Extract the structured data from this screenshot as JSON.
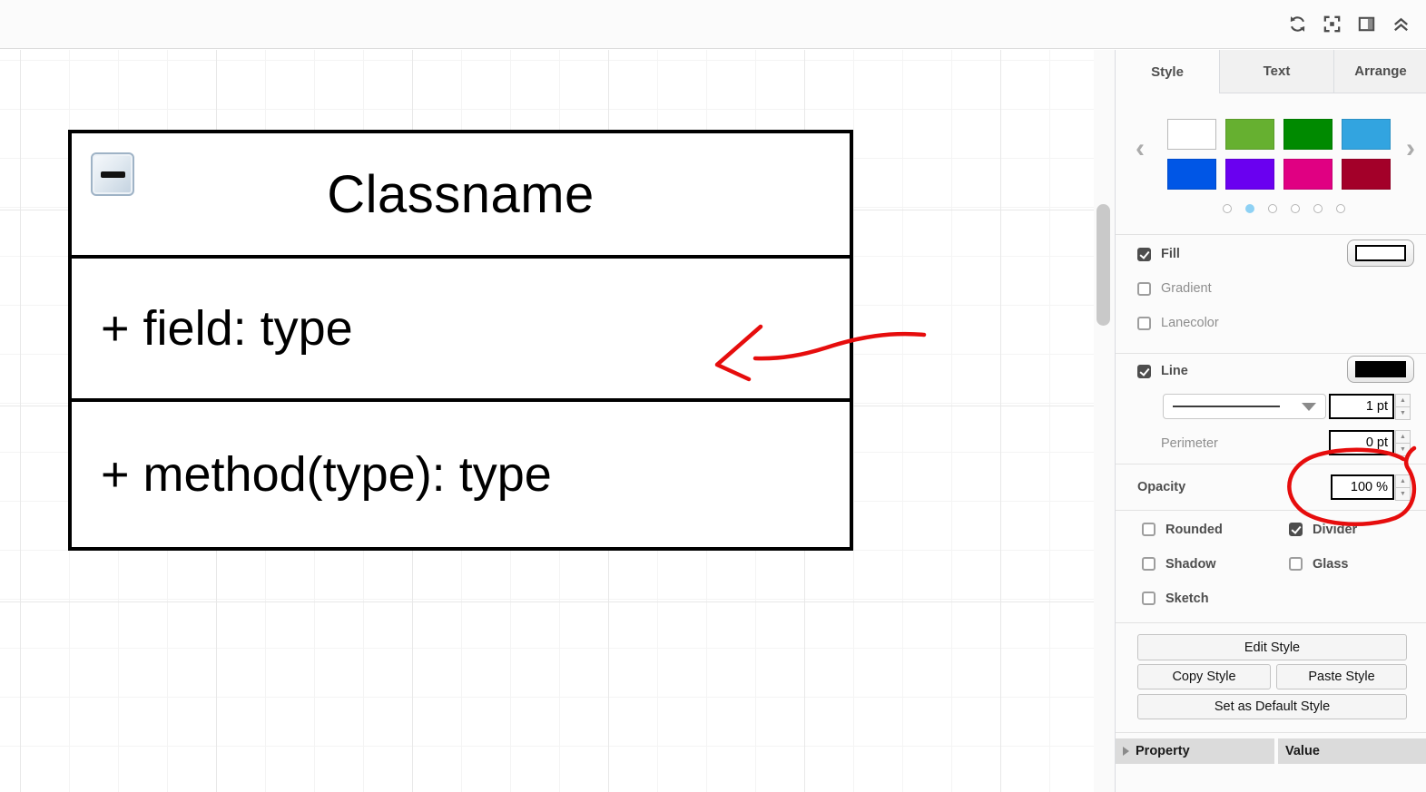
{
  "topbar": {
    "icons": [
      {
        "name": "refresh"
      },
      {
        "name": "fit-page"
      },
      {
        "name": "format-panel"
      },
      {
        "name": "collapse"
      }
    ]
  },
  "panel": {
    "tabs": [
      {
        "label": "Style",
        "active": true
      },
      {
        "label": "Text",
        "active": false
      },
      {
        "label": "Arrange",
        "active": false
      }
    ],
    "swatches": {
      "colors": [
        "#FFFFFF",
        "#66B030",
        "#008A00",
        "#32A4E0",
        "#0056E6",
        "#6A00F0",
        "#E00082",
        "#A30029"
      ],
      "pages": 6,
      "active_page": 2,
      "prev": "‹",
      "next": "›"
    },
    "fill": {
      "label": "Fill",
      "checked": true,
      "color": "#FFFFFF"
    },
    "gradient": {
      "label": "Gradient",
      "checked": false
    },
    "lanecolor": {
      "label": "Lanecolor",
      "checked": false
    },
    "line": {
      "label": "Line",
      "checked": true,
      "color": "#000000",
      "width": "1 pt"
    },
    "perimeter": {
      "label": "Perimeter",
      "value": "0 pt"
    },
    "opacity": {
      "label": "Opacity",
      "value": "100 %"
    },
    "toggles": [
      {
        "label": "Rounded",
        "checked": false
      },
      {
        "label": "Divider",
        "checked": true
      },
      {
        "label": "Shadow",
        "checked": false
      },
      {
        "label": "Glass",
        "checked": false
      },
      {
        "label": "Sketch",
        "checked": false
      }
    ],
    "buttons": {
      "edit": "Edit Style",
      "copy": "Copy Style",
      "paste": "Paste Style",
      "set_default": "Set as Default Style"
    },
    "table": {
      "property": "Property",
      "value": "Value"
    }
  },
  "canvas": {
    "class_shape": {
      "title": "Classname",
      "field": "+ field: type",
      "method": "+ method(type): type"
    },
    "annotation_color": "#E60D0D"
  }
}
